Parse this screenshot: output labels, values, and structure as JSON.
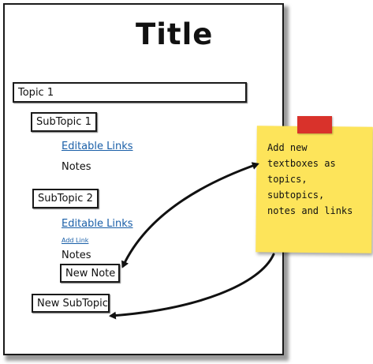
{
  "page": {
    "title": "Title"
  },
  "outline": {
    "topic": "Topic 1",
    "subtopic_1": {
      "label": "SubTopic 1",
      "link": "Editable Links",
      "notes": "Notes"
    },
    "subtopic_2": {
      "label": "SubTopic 2",
      "link": "Editable Links",
      "add_link": "Add Link",
      "notes": "Notes",
      "new_note": "New Note"
    },
    "new_subtopic": "New SubTopic"
  },
  "sticky_note": {
    "lines": [
      "Add new",
      "textboxes as",
      "topics, subtopics,",
      "notes and links"
    ]
  },
  "colors": {
    "sticky": "#fde45a",
    "tape": "#d9322b",
    "link": "#1a5fa8",
    "ink": "#111111"
  }
}
